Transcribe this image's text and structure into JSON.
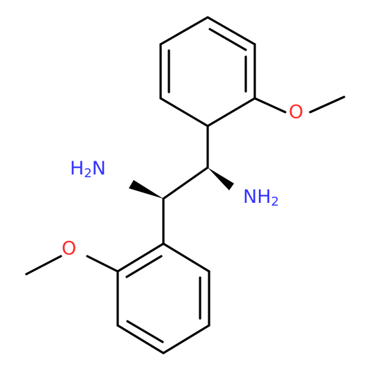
{
  "molecule": {
    "atoms": {
      "amine_top": {
        "symbol": "N",
        "main": "H",
        "sub": "2",
        "tail": "N",
        "style": "prefix-H2"
      },
      "amine_right": {
        "symbol": "N",
        "main": "NH",
        "sub": "2"
      },
      "oxygen_upper": {
        "symbol": "O",
        "text": "O"
      },
      "oxygen_lower": {
        "symbol": "O",
        "text": "O"
      }
    },
    "colors": {
      "bond": "#000000",
      "nitrogen": "#3333ff",
      "oxygen": "#ff2a2a",
      "background": "#ffffff"
    },
    "stereo_bonds": [
      "wedge",
      "wedge"
    ]
  }
}
